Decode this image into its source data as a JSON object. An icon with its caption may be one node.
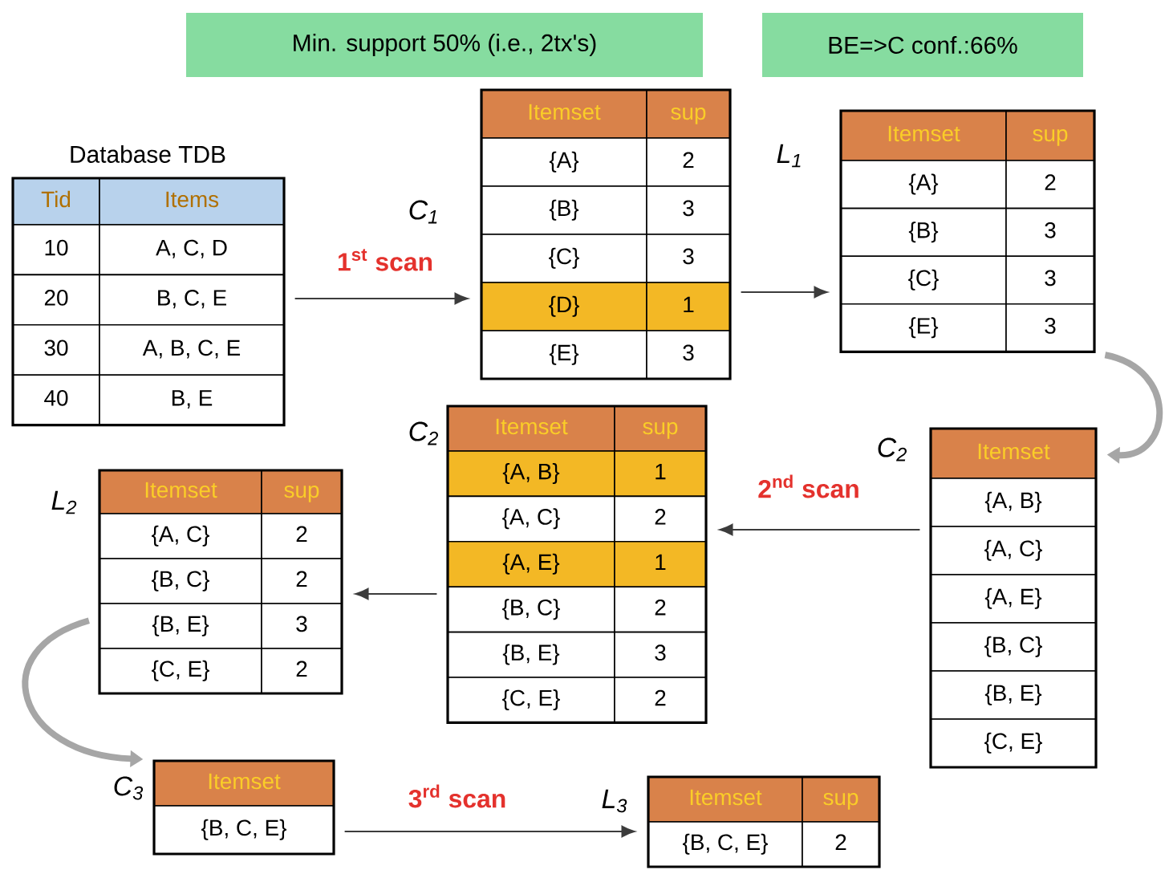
{
  "diagram": {
    "nodes": [
      {
        "text": [
          "Min. support 50% (i.e., 2tx's)"
        ]
      },
      {
        "text": [
          "BE=>C conf.:66%"
        ]
      },
      {
        "text": [
          "Tid",
          "Items",
          "10",
          "A, C, D",
          "20",
          "B, C, E",
          "30",
          "A, B, C, E",
          "40",
          "B, E"
        ],
        "beside": [
          "Database TDB"
        ]
      },
      {
        "text": [
          "Itemset",
          "sup",
          "{A}",
          "2",
          "{B}",
          "3",
          "{C}",
          "3",
          "{D}",
          "1",
          "{E}",
          "3"
        ],
        "beside": [
          "C$_{1}$"
        ]
      },
      {
        "text": [
          "Itemset",
          "sup",
          "{A}",
          "2",
          "{B}",
          "3",
          "{C}",
          "3",
          "{E}",
          "3"
        ],
        "beside": [
          "L$_{1}$"
        ]
      },
      {
        "text": [
          "Itemset",
          "{A, B}",
          "{A, C}",
          "{A, E}",
          "{B, C}",
          "{B, E}",
          "{C, E}"
        ],
        "beside": [
          "C$_{2}$"
        ]
      },
      {
        "text": [
          "Itemset",
          "sup",
          "{A, B}",
          "1",
          "{A, C}",
          "2",
          "{A, E}",
          "1",
          "{B, C}",
          "2",
          "{B, E}",
          "3",
          "{C, E}",
          "2"
        ],
        "beside": [
          "C$_{2}$"
        ]
      },
      {
        "text": [
          "Itemset",
          "sup",
          "{A, C}",
          "2",
          "{B, C}",
          "2",
          "{B, E}",
          "3",
          "{C, E}",
          "2"
        ],
        "beside": [
          "L$_{2}$"
        ]
      },
      {
        "text": [
          "Itemset",
          "{B, C, E}"
        ],
        "beside": [
          "C$_{3}$"
        ]
      },
      {
        "text": [
          "Itemset",
          "sup",
          "{B, C, E}",
          "2"
        ],
        "beside": [
          "L$_{3}$"
        ]
      }
    ],
    "edges": [
      {
        "from": 2,
        "to": 3,
        "arrow": "to",
        "label": "1$^{st}$ scan"
      },
      {
        "from": 3,
        "to": 4,
        "arrow": "to"
      },
      {
        "from": 4,
        "to": 5,
        "arrow": "to",
        "style": "thick",
        "color": "#a6a6a6"
      },
      {
        "from": 5,
        "to": 6,
        "arrow": "to",
        "label": "2$^{nd}$ scan"
      },
      {
        "from": 6,
        "to": 7,
        "arrow": "to"
      },
      {
        "from": 7,
        "to": 8,
        "arrow": "to",
        "style": "thick",
        "color": "#a6a6a6"
      },
      {
        "from": 8,
        "to": 9,
        "arrow": "to",
        "label": "3$^{rd}$ scan"
      }
    ]
  }
}
